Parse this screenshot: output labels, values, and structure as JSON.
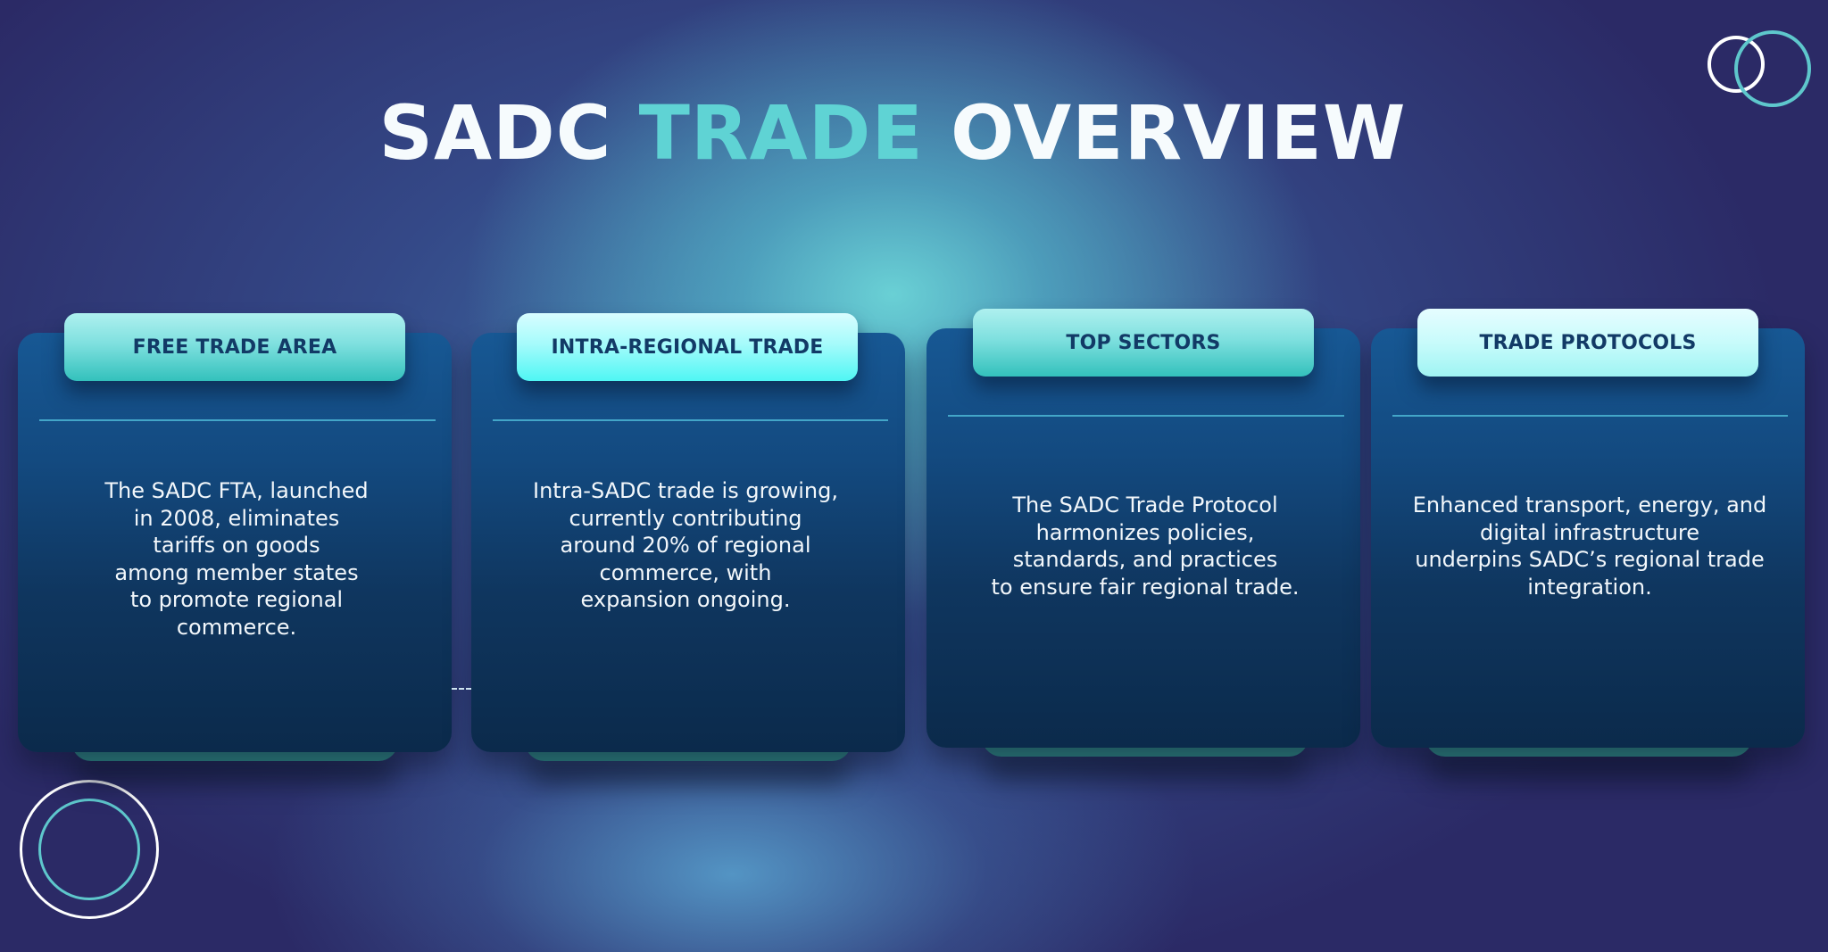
{
  "title": {
    "part1": "SADC ",
    "part2": "TRADE",
    "part3": " OVERVIEW"
  },
  "colors": {
    "accent_teal": "#5fd3d4",
    "title_white": "#f6fbfd",
    "card_top": "#175894",
    "card_bottom": "#0b2a4b",
    "tab_text": "#123a66",
    "card_foot": "#2f8a86",
    "background": "#2b2a66"
  },
  "cards": [
    {
      "heading": "FREE TRADE AREA",
      "text": "The SADC FTA, launched\nin 2008, eliminates\ntariffs on goods\namong member states\nto  promote regional\ncommerce."
    },
    {
      "heading": "INTRA-REGIONAL TRADE",
      "text": "Intra-SADC trade is growing,\ncurrently contributing\naround 20% of regional\ncommerce, with\nexpansion ongoing."
    },
    {
      "heading": "TOP SECTORS",
      "text": "The SADC Trade Protocol\nharmonizes policies,\nstandards, and practices\nto ensure fair regional trade."
    },
    {
      "heading": "TRADE PROTOCOLS",
      "text": "Enhanced transport, energy, and\ndigital infrastructure\nunderpins SADC’s regional trade\nintegration."
    }
  ],
  "decorations": {
    "top_right": "double-ring-icon",
    "bottom_left": "concentric-ring-icon"
  }
}
